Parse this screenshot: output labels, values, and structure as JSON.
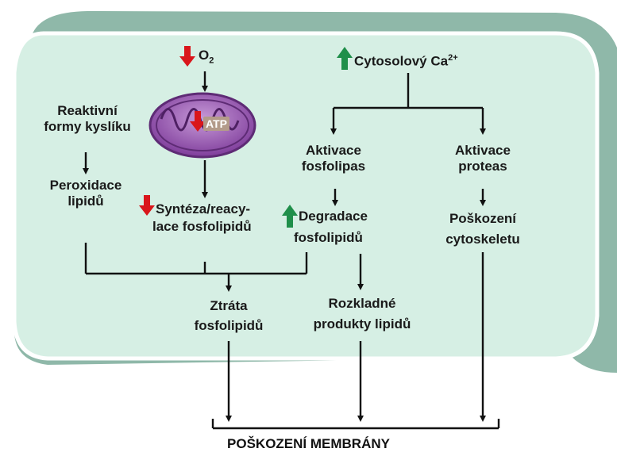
{
  "nodes": {
    "o2": {
      "text": "O",
      "sub": "2"
    },
    "cytosol_ca": {
      "text": "Cytosolový Ca",
      "sup": "2+"
    },
    "atp": "ATP",
    "reactive_oxygen": [
      "Reaktivní",
      "formy kyslíku"
    ],
    "lipid_peroxidation": [
      "Peroxidace",
      "lipidů"
    ],
    "synthesis": [
      "Syntéza/reacy-",
      "lace fosfolipidů"
    ],
    "phospholipase_activation": [
      "Aktivace",
      "fosfolipas"
    ],
    "protease_activation": [
      "Aktivace",
      "proteas"
    ],
    "phospholipid_degradation": [
      "Degradace",
      "fosfolipidů"
    ],
    "cytoskeleton_damage": [
      "Poškození",
      "cytoskeletu"
    ],
    "phospholipid_loss": [
      "Ztráta",
      "fosfolipidů"
    ],
    "lipid_breakdown": [
      "Rozkladné",
      "produkty lipidů"
    ],
    "membrane_damage": "POŠKOZENÍ MEMBRÁNY"
  },
  "indicators": {
    "o2": "down",
    "atp": "down",
    "synthesis": "down",
    "cytosol_ca": "up",
    "phospholipid_degradation": "up"
  },
  "colors": {
    "cell_fill": "#d6efe4",
    "cell_shadow": "#8fb8a9",
    "cell_border": "#ffffff",
    "mito_outer": "#8a4aa3",
    "mito_inner": "#6a3585",
    "down_arrow": "#d9161b",
    "up_arrow": "#1f8f4a"
  }
}
